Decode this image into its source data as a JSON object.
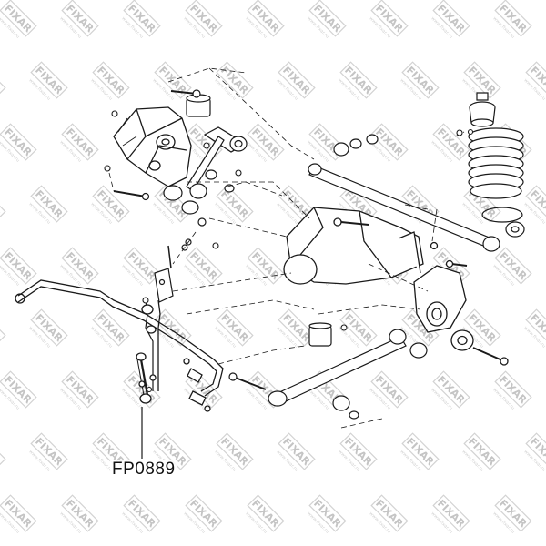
{
  "part_number": "FP0889",
  "watermark": {
    "brand": "FIXAR",
    "url": "www.fixar.ru"
  }
}
